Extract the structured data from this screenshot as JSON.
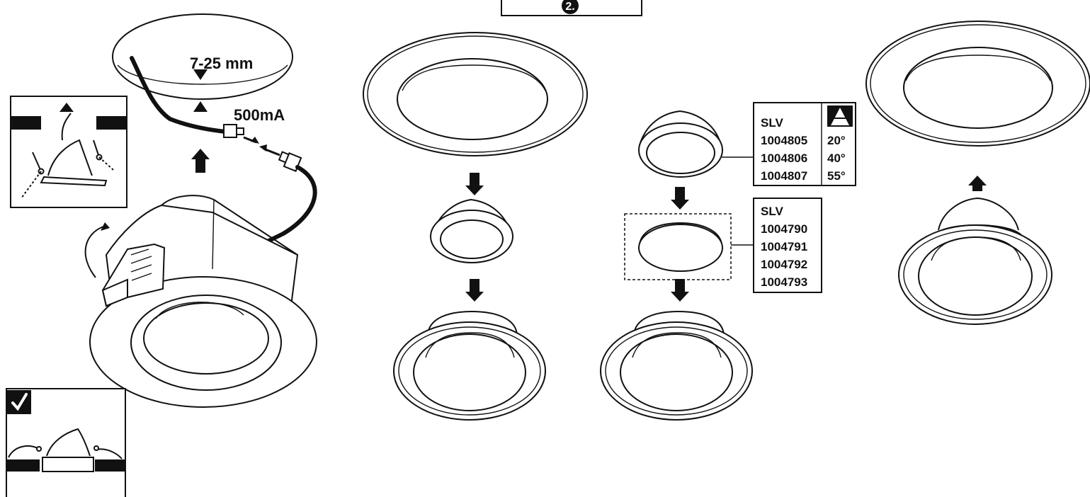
{
  "step": {
    "number": "2."
  },
  "gap_label": "7-25 mm",
  "current_label": "500mA",
  "reflector_table": {
    "brand": "SLV",
    "rows": [
      {
        "code": "1004805",
        "angle": "20°"
      },
      {
        "code": "1004806",
        "angle": "40°"
      },
      {
        "code": "1004807",
        "angle": "55°"
      }
    ]
  },
  "cover_table": {
    "brand": "SLV",
    "codes": [
      "1004790",
      "1004791",
      "1004792",
      "1004793"
    ]
  },
  "icons": [
    "arrow-up-icon",
    "arrow-down-icon",
    "checkmark-icon",
    "beam-angle-icon",
    "rotate-arrow-icon",
    "connector-icon"
  ]
}
